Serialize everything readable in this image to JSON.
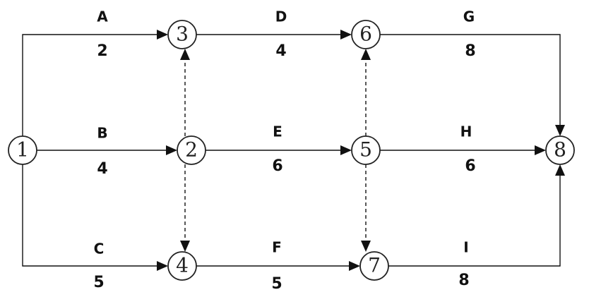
{
  "nodes": [
    {
      "id": "1",
      "label": "1"
    },
    {
      "id": "2",
      "label": "2"
    },
    {
      "id": "3",
      "label": "3"
    },
    {
      "id": "4",
      "label": "4"
    },
    {
      "id": "5",
      "label": "5"
    },
    {
      "id": "6",
      "label": "6"
    },
    {
      "id": "7",
      "label": "7"
    },
    {
      "id": "8",
      "label": "8"
    }
  ],
  "activities": [
    {
      "name": "A",
      "duration": "2",
      "from": "1",
      "to": "3"
    },
    {
      "name": "B",
      "duration": "4",
      "from": "1",
      "to": "2"
    },
    {
      "name": "C",
      "duration": "5",
      "from": "1",
      "to": "4"
    },
    {
      "name": "D",
      "duration": "4",
      "from": "3",
      "to": "6"
    },
    {
      "name": "E",
      "duration": "6",
      "from": "2",
      "to": "5"
    },
    {
      "name": "F",
      "duration": "5",
      "from": "4",
      "to": "7"
    },
    {
      "name": "G",
      "duration": "8",
      "from": "6",
      "to": "8"
    },
    {
      "name": "H",
      "duration": "6",
      "from": "5",
      "to": "8"
    },
    {
      "name": "I",
      "duration": "8",
      "from": "7",
      "to": "8"
    }
  ],
  "dummies": [
    {
      "from": "2",
      "to": "3"
    },
    {
      "from": "2",
      "to": "4"
    },
    {
      "from": "5",
      "to": "6"
    },
    {
      "from": "5",
      "to": "7"
    }
  ]
}
